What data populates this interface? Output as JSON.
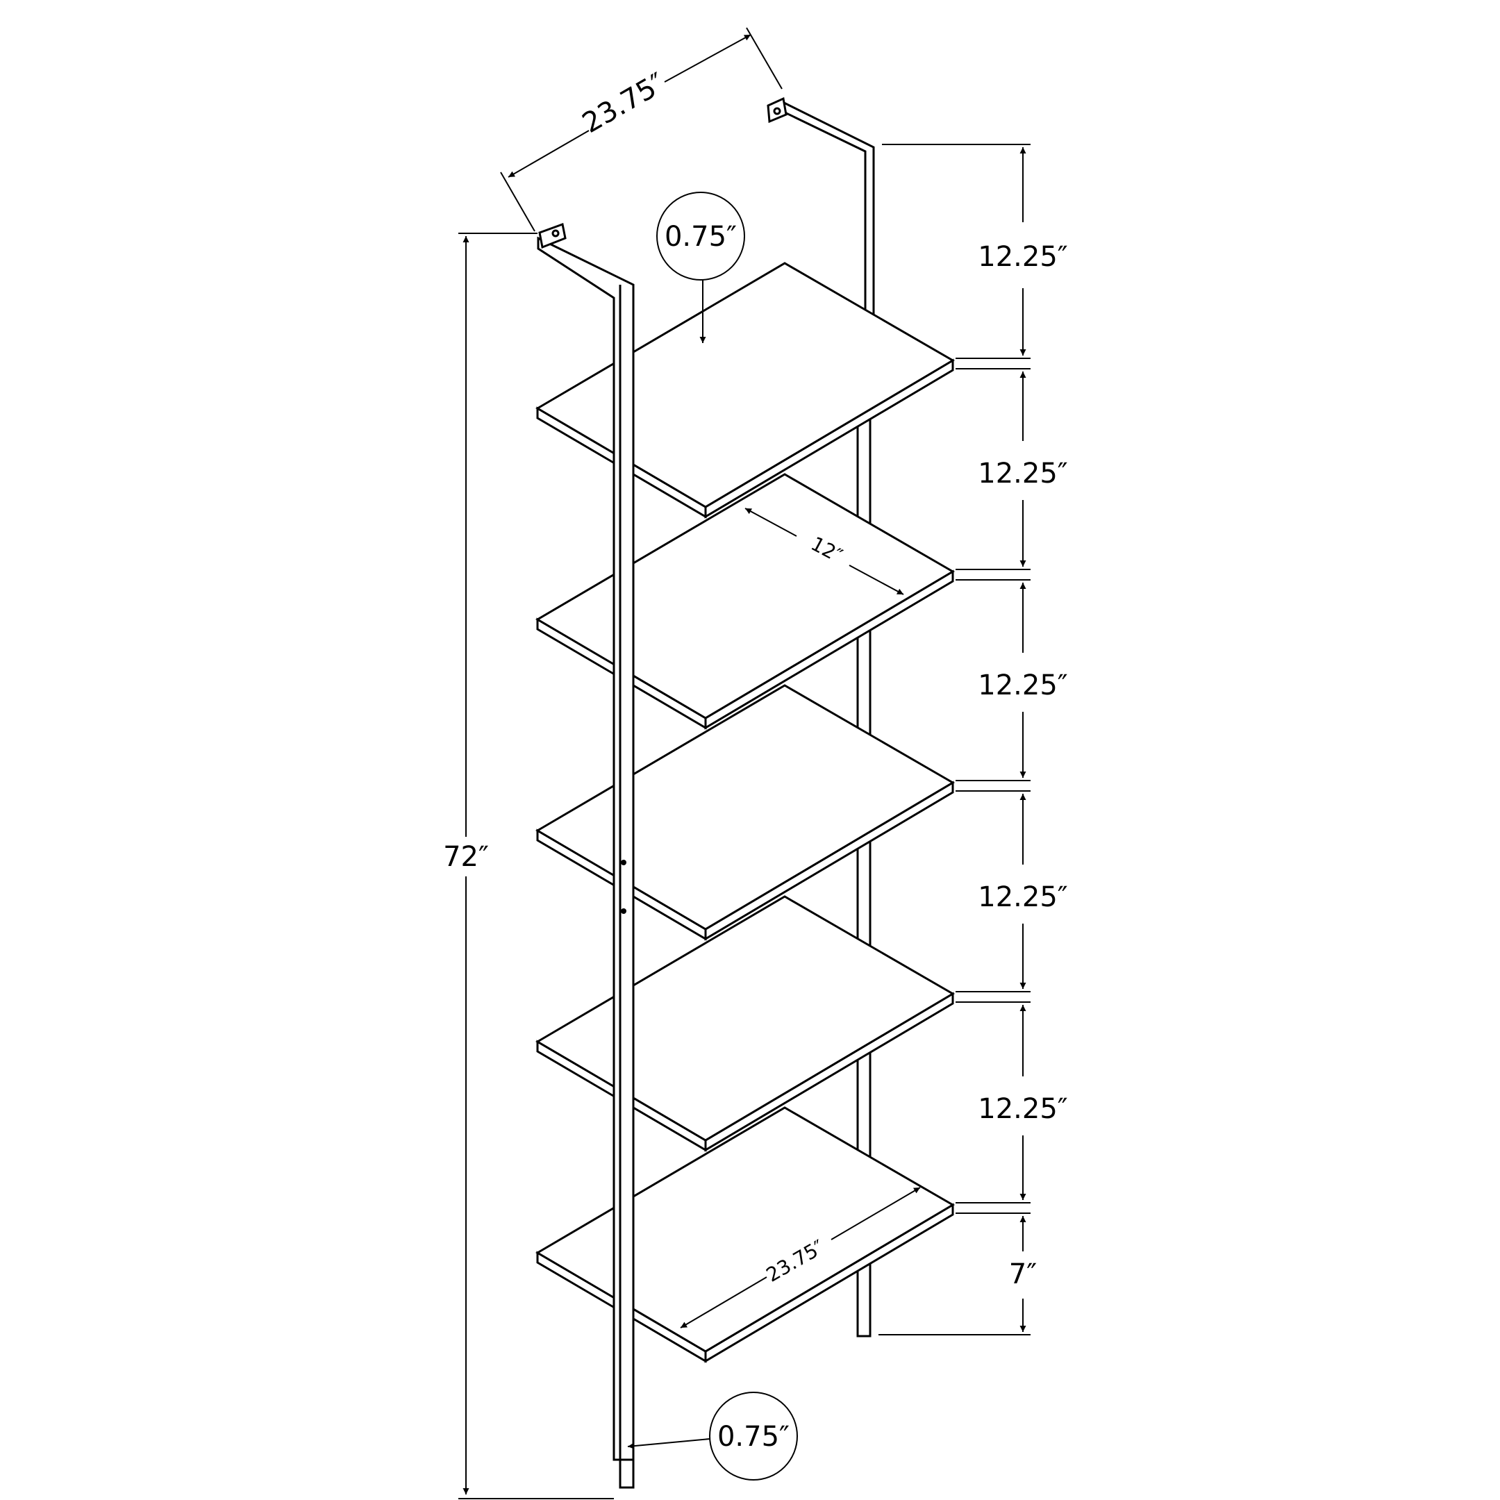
{
  "dimensions": {
    "total_height": "72″",
    "top_depth": "23.75″",
    "shelf_thickness": "0.75″",
    "leg_thickness": "0.75″",
    "shelf_width": "12″",
    "shelf_length": "23.75″",
    "shelf_spacing": [
      "12.25″",
      "12.25″",
      "12.25″",
      "12.25″",
      "12.25″"
    ],
    "bottom_clearance": "7″"
  }
}
